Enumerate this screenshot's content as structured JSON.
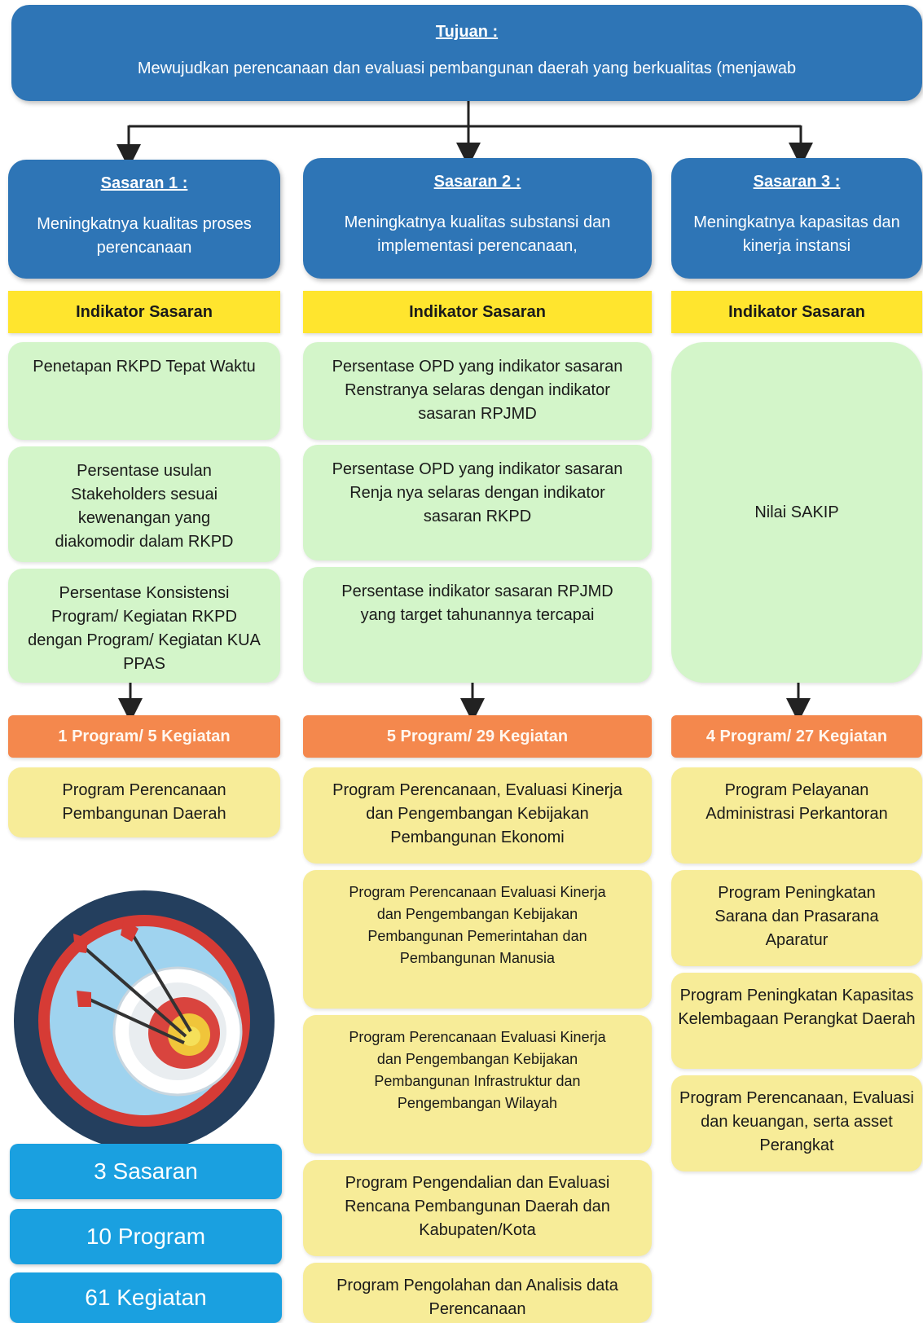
{
  "goal": {
    "title": "Tujuan :",
    "text": "Mewujudkan perencanaan dan evaluasi pembangunan daerah yang berkualitas (menjawab"
  },
  "sasaran": [
    {
      "title": "Sasaran 1 :",
      "text": "Meningkatnya kualitas proses perencanaan"
    },
    {
      "title": "Sasaran 2 :",
      "text": "Meningkatnya kualitas substansi dan implementasi perencanaan,"
    },
    {
      "title": "Sasaran 3 :",
      "text": "Meningkatnya kapasitas dan kinerja instansi"
    }
  ],
  "indikator_header": "Indikator Sasaran",
  "indikator": {
    "col1": [
      "Penetapan RKPD Tepat Waktu",
      "Persentase usulan Stakeholders sesuai kewenangan yang diakomodir dalam RKPD",
      "Persentase Konsistensi Program/ Kegiatan RKPD dengan Program/ Kegiatan KUA PPAS"
    ],
    "col2": [
      "Persentase OPD yang indikator sasaran Renstranya selaras dengan indikator sasaran RPJMD",
      "Persentase OPD yang indikator sasaran Renja nya  selaras dengan indikator sasaran RKPD",
      "Persentase indikator sasaran RPJMD yang target tahunannya tercapai"
    ],
    "col3": [
      "Nilai SAKIP"
    ]
  },
  "program_summary": [
    "1 Program/ 5 Kegiatan",
    "5 Program/ 29 Kegiatan",
    "4 Program/ 27 Kegiatan"
  ],
  "programs": {
    "col1": [
      "Program Perencanaan Pembangunan Daerah"
    ],
    "col2": [
      "Program Perencanaan, Evaluasi Kinerja dan Pengembangan Kebijakan Pembangunan Ekonomi",
      "Program Perencanaan Evaluasi Kinerja dan Pengembangan Kebijakan Pembangunan Pemerintahan dan Pembangunan Manusia",
      "Program Perencanaan Evaluasi Kinerja dan Pengembangan Kebijakan Pembangunan Infrastruktur dan Pengembangan Wilayah",
      "Program Pengendalian dan Evaluasi Rencana Pembangunan Daerah dan Kabupaten/Kota",
      "Program Pengolahan dan Analisis data Perencanaan"
    ],
    "col3": [
      "Program Pelayanan Administrasi Perkantoran",
      "Program Peningkatan Sarana dan Prasarana Aparatur",
      "Program Peningkatan Kapasitas Kelembagaan Perangkat Daerah",
      "Program Perencanaan, Evaluasi dan keuangan, serta asset Perangkat"
    ]
  },
  "stats": [
    "3 Sasaran",
    "10 Program",
    "61 Kegiatan"
  ],
  "icons": {
    "target": "target-with-arrows-icon"
  },
  "colors": {
    "header_blue": "#2e75b6",
    "indikator_yellow": "#ffe52e",
    "indikator_green": "#d3f5c9",
    "summary_orange": "#f4884d",
    "program_yellow": "#f7ec98",
    "stat_blue": "#1aa0e0"
  }
}
